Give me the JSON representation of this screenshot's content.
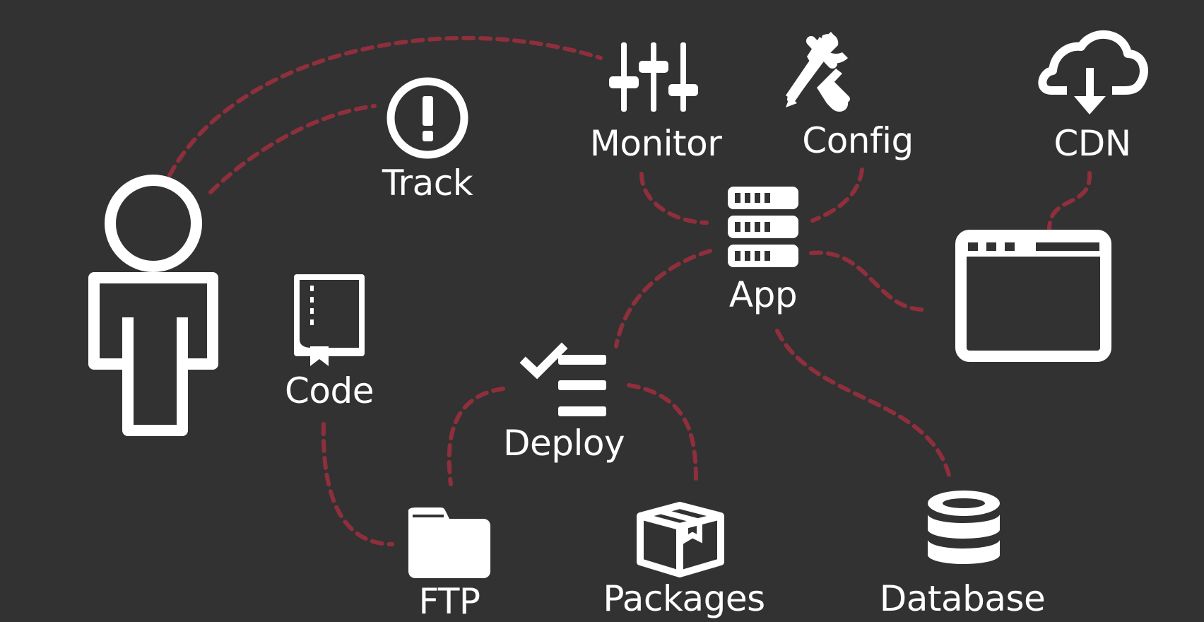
{
  "colors": {
    "background": "#323232",
    "connector": "#8f2f3c",
    "icon": "#ffffff",
    "label": "#ffffff"
  },
  "nodes": {
    "user": {
      "icon": "user-icon"
    },
    "track": {
      "label": "Track",
      "icon": "exclamation-circle-icon"
    },
    "monitor": {
      "label": "Monitor",
      "icon": "sliders-icon"
    },
    "config": {
      "label": "Config",
      "icon": "wrench-screwdriver-icon"
    },
    "cdn": {
      "label": "CDN",
      "icon": "cloud-download-icon"
    },
    "app": {
      "label": "App",
      "icon": "server-icon"
    },
    "browser": {
      "icon": "browser-window-icon"
    },
    "code": {
      "label": "Code",
      "icon": "book-icon"
    },
    "deploy": {
      "label": "Deploy",
      "icon": "checklist-icon"
    },
    "ftp": {
      "label": "FTP",
      "icon": "folder-icon"
    },
    "packages": {
      "label": "Packages",
      "icon": "box-icon"
    },
    "database": {
      "label": "Database",
      "icon": "database-icon"
    }
  },
  "connections": [
    [
      "user",
      "monitor"
    ],
    [
      "user",
      "track"
    ],
    [
      "monitor",
      "app"
    ],
    [
      "config",
      "app"
    ],
    [
      "cdn",
      "browser"
    ],
    [
      "app",
      "browser"
    ],
    [
      "app",
      "deploy"
    ],
    [
      "app",
      "database"
    ],
    [
      "code",
      "ftp"
    ],
    [
      "deploy",
      "ftp"
    ],
    [
      "deploy",
      "packages"
    ]
  ]
}
